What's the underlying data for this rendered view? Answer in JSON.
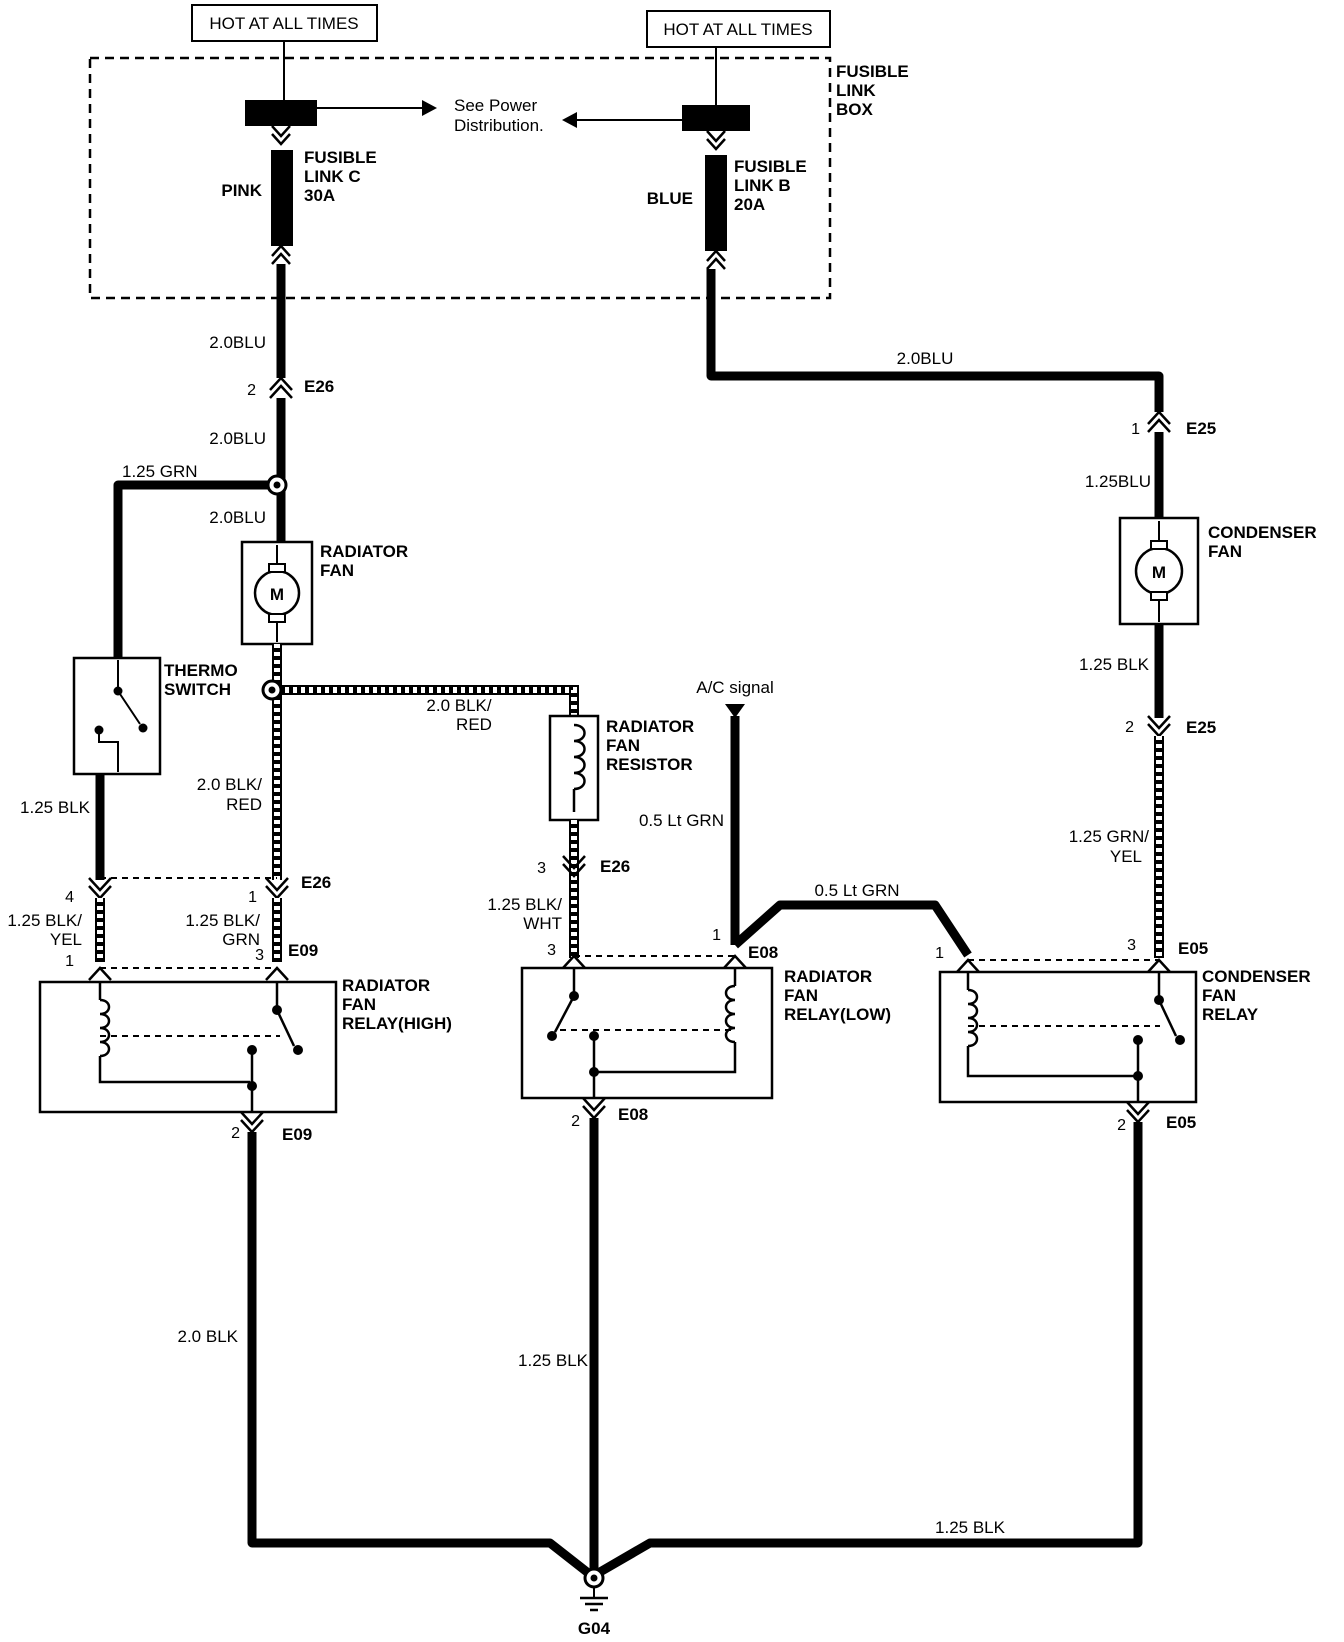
{
  "hot_labels": [
    "HOT AT ALL TIMES",
    "HOT AT ALL TIMES"
  ],
  "fusible_box": [
    "FUSIBLE",
    "LINK",
    "BOX"
  ],
  "see_power": [
    "See Power",
    "Distribution."
  ],
  "fuse_c": {
    "lines": [
      "FUSIBLE",
      "LINK C",
      "30A"
    ],
    "color": "PINK"
  },
  "fuse_b": {
    "lines": [
      "FUSIBLE",
      "LINK B",
      "20A"
    ],
    "color": "BLUE"
  },
  "wires": {
    "w_2blu_a": "2.0BLU",
    "w_2blu_b": "2.0BLU",
    "w_2blu_c": "2.0BLU",
    "w_2blu_d": "2.0BLU",
    "w_125grn": "1.25 GRN",
    "w_125blu": "1.25BLU",
    "w_125blk_cf": "1.25 BLK",
    "w_125grnyel": [
      "1.25 GRN/",
      "YEL"
    ],
    "w_125blk_th": "1.25 BLK",
    "w_2blkred_a": [
      "2.0 BLK/",
      "RED"
    ],
    "w_2blkred_b": [
      "2.0 BLK/",
      "RED"
    ],
    "w_05ltgrn_a": "0.5 Lt GRN",
    "w_05ltgrn_b": "0.5 Lt GRN",
    "w_125blkyel": [
      "1.25 BLK/",
      "YEL"
    ],
    "w_125blkgrn": [
      "1.25 BLK/",
      "GRN"
    ],
    "w_125blkwht": [
      "1.25 BLK/",
      "WHT"
    ],
    "w_2blk": "2.0 BLK",
    "w_125blk_mid": "1.25 BLK",
    "w_125blk_bot": "1.25 BLK"
  },
  "connectors": {
    "e26": "E26",
    "e25": "E25",
    "e09": "E09",
    "e08": "E08",
    "e05": "E05"
  },
  "pins": {
    "p1": "1",
    "p2": "2",
    "p3": "3",
    "p4": "4"
  },
  "components": {
    "radiator_fan": [
      "RADIATOR",
      "FAN"
    ],
    "condenser_fan": [
      "CONDENSER",
      "FAN"
    ],
    "thermo_switch": [
      "THERMO",
      "SWITCH"
    ],
    "fan_resistor": [
      "RADIATOR",
      "FAN",
      "RESISTOR"
    ],
    "relay_high": [
      "RADIATOR",
      "FAN",
      "RELAY(HIGH)"
    ],
    "relay_low": [
      "RADIATOR",
      "FAN",
      "RELAY(LOW)"
    ],
    "relay_cond": [
      "CONDENSER",
      "FAN",
      "RELAY"
    ],
    "motor_letter": "M"
  },
  "ac_signal": "A/C signal",
  "ground": "G04"
}
